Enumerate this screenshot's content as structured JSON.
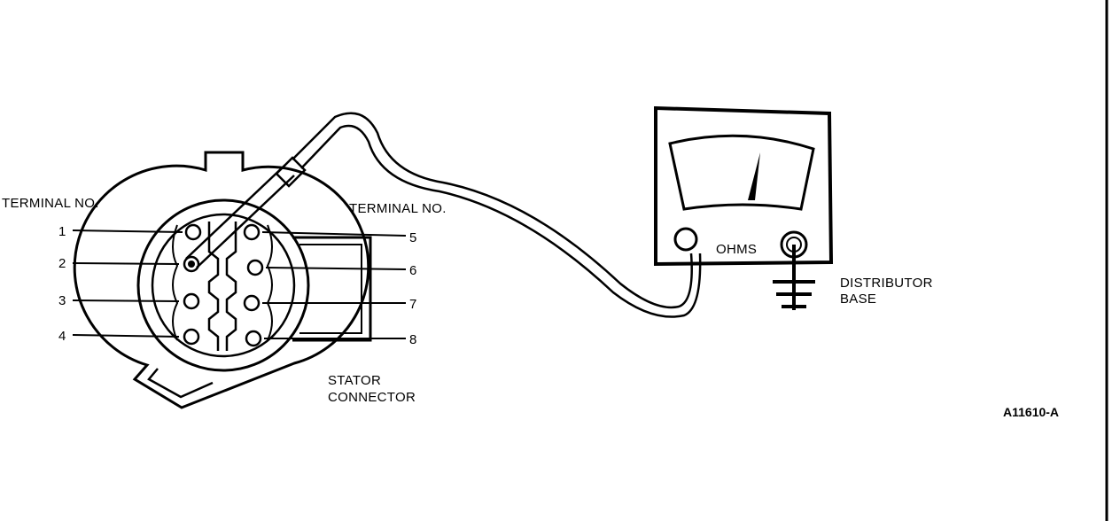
{
  "labels": {
    "terminal_left": "TERMINAL NO.",
    "terminal_right": "TERMINAL NO.",
    "ohms": "OHMS",
    "distributor_line1": "DISTRIBUTOR",
    "distributor_line2": "BASE",
    "stator_line1": "STATOR",
    "stator_line2": "CONNECTOR",
    "figure_id": "A11610-A"
  },
  "terminals": {
    "left": [
      "1",
      "2",
      "3",
      "4"
    ],
    "right": [
      "5",
      "6",
      "7",
      "8"
    ]
  }
}
